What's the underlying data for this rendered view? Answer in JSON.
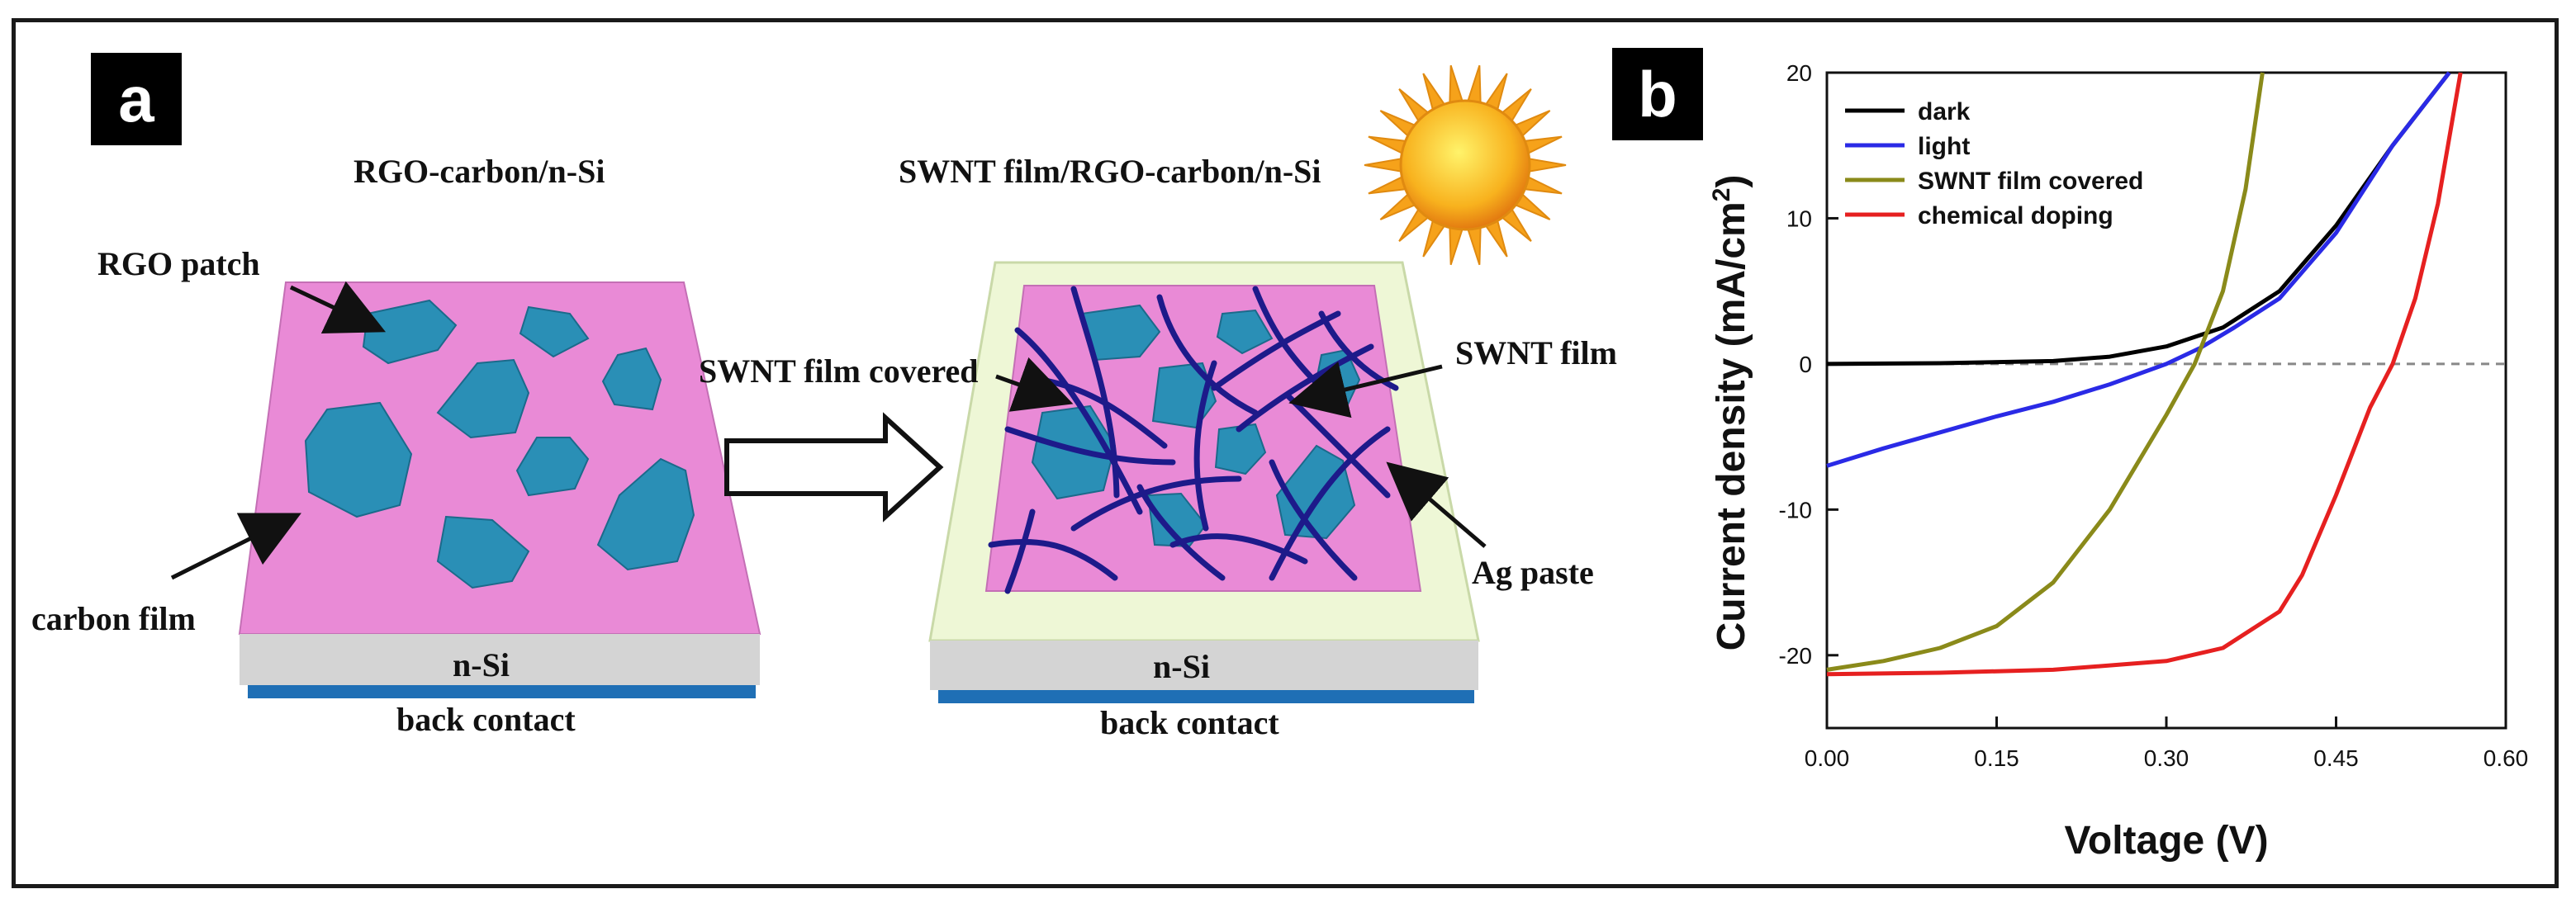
{
  "panel_a": {
    "tag": "a",
    "left_title": "RGO-carbon/n-Si",
    "right_title": "SWNT film/RGO-carbon/n-Si",
    "labels": {
      "rgo_patch": "RGO patch",
      "carbon_film": "carbon film",
      "n_si_left": "n-Si",
      "back_contact_left": "back contact",
      "swnt_film_covered": "SWNT film covered",
      "swnt_film": "SWNT film",
      "ag_paste": "Ag paste",
      "n_si_right": "n-Si",
      "back_contact_right": "back contact"
    },
    "colors": {
      "carbon": "#e98ad6",
      "rgo": "#2a8fb6",
      "nsi": "#d4d4d4",
      "back": "#1f6fb5",
      "swnt": "#1d1a8a",
      "ag": "#eef7d6",
      "sun": "#f6a21a"
    }
  },
  "panel_b": {
    "tag": "b",
    "chart_data": {
      "type": "line",
      "xlabel": "Voltage (V)",
      "ylabel": "Current density (mA/cm",
      "ylabel_sup": "2",
      "ylabel_end": ")",
      "xlim": [
        0,
        0.6
      ],
      "ylim": [
        -25,
        20
      ],
      "xticks": [
        "0.00",
        "0.15",
        "0.30",
        "0.45",
        "0.60"
      ],
      "yticks": [
        "20",
        "10",
        "0",
        "-10",
        "-20"
      ],
      "legend_position": "top-left",
      "zero_line": "dashed",
      "series": [
        {
          "name": "dark",
          "color": "#000000",
          "x": [
            0,
            0.1,
            0.2,
            0.25,
            0.3,
            0.35,
            0.4,
            0.45,
            0.5,
            0.55
          ],
          "y": [
            0,
            0.05,
            0.2,
            0.5,
            1.2,
            2.5,
            5,
            9.5,
            15,
            20
          ]
        },
        {
          "name": "light",
          "color": "#2a2ae6",
          "x": [
            0,
            0.05,
            0.1,
            0.15,
            0.2,
            0.25,
            0.3,
            0.33,
            0.36,
            0.4,
            0.45,
            0.5,
            0.55
          ],
          "y": [
            -7,
            -5.8,
            -4.7,
            -3.6,
            -2.6,
            -1.4,
            0,
            1.1,
            2.5,
            4.5,
            9,
            15,
            20
          ]
        },
        {
          "name": "SWNT film covered",
          "color": "#8a8a1a",
          "x": [
            0,
            0.05,
            0.1,
            0.15,
            0.2,
            0.25,
            0.3,
            0.325,
            0.35,
            0.37,
            0.385
          ],
          "y": [
            -21,
            -20.4,
            -19.5,
            -18,
            -15,
            -10,
            -3.5,
            0,
            5,
            12,
            20
          ]
        },
        {
          "name": "chemical doping",
          "color": "#e62020",
          "x": [
            0,
            0.1,
            0.2,
            0.3,
            0.35,
            0.4,
            0.42,
            0.45,
            0.48,
            0.5,
            0.52,
            0.54,
            0.56
          ],
          "y": [
            -21.3,
            -21.2,
            -21,
            -20.4,
            -19.5,
            -17,
            -14.5,
            -9,
            -3,
            0,
            4.5,
            11,
            20
          ]
        }
      ]
    }
  }
}
